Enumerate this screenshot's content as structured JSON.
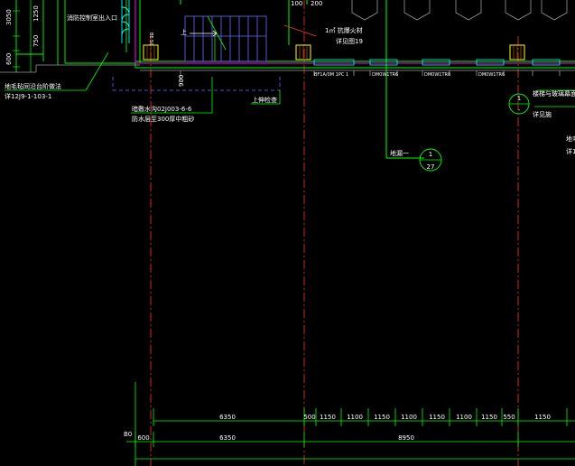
{
  "annotations": {
    "entrance": "消防控制室出入口",
    "stair_mark": "上",
    "ramp_label": "1㎡ 抗爆火材",
    "ramp_sub": "详见图19",
    "left_note": "地毛毡同沿台阶做法",
    "left_note_ref": "详12J9-1-103-1",
    "rain_note": "暗敷水沟02J003-6-6",
    "rain_sub": "防水层至300厚中粗砂",
    "up_label": "上伸检查",
    "drain_label": "地漏一",
    "right_note": "楼梯与玻璃幕面交",
    "right_sub": "详见施",
    "right_edge1": "地毛",
    "right_edge2": "详1",
    "window_a": "BF1A/0M 1PC 1",
    "window_b": "DM0W1TR6",
    "window_c": "DM0W1TR6",
    "window_d": "DM0W1TR6",
    "small_label": "BE 50",
    "left_dim_3050": "3050",
    "left_dim_1250": "1250",
    "left_dim_750": "750",
    "left_dim_600": "600",
    "dim_900": "900",
    "top_dim_100": "100",
    "top_dim_200": "200",
    "axis_bo": "B0"
  },
  "callouts": [
    {
      "top": "1",
      "bottom": "-"
    },
    {
      "top": "1",
      "bottom": "27"
    }
  ],
  "dimension_row_1": [
    "6350",
    "500",
    "1150",
    "1100",
    "1150",
    "1100",
    "1150",
    "1100",
    "1150",
    "550",
    "1150"
  ],
  "dimension_row_2": [
    "600",
    "6350",
    "8950"
  ],
  "colors": {
    "wall": "#00ff00",
    "magenta": "#ff00ff",
    "cyan": "#00ffff",
    "yellow": "#ffff00",
    "red_axis": "#ff3333",
    "blue": "#6a6aff",
    "grey": "#9a9a9a",
    "white": "#ffffff"
  }
}
